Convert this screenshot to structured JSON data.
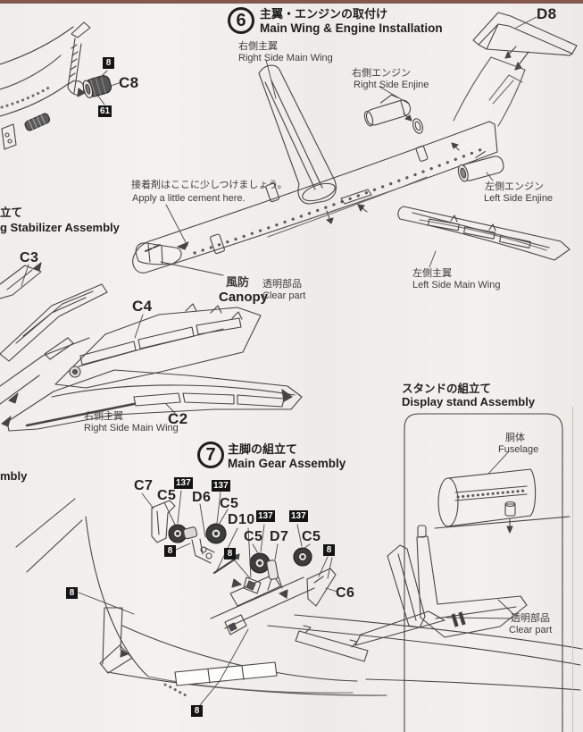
{
  "sheet": {
    "bg": "#f1f0ed",
    "line_color": "#454545",
    "edge_strip_color": "#85584f"
  },
  "step6": {
    "number": "6",
    "title_jp": "主翼・エンジンの取付け",
    "title_en": "Main Wing & Engine Installation"
  },
  "step7": {
    "number": "7",
    "title_jp": "主脚の組立て",
    "title_en": "Main Gear Assembly"
  },
  "stand": {
    "title_jp": "スタンドの組立て",
    "title_en": "Display stand Assembly",
    "fuselage_jp": "胴体",
    "fuselage_en": "Fuselage",
    "clear_jp": "透明部品",
    "clear_en": "Clear part"
  },
  "cut_text": {
    "stabilizer_jp": "立て",
    "stabilizer_en": "g Stabilizer Assembly",
    "assembly_en": "mbly"
  },
  "note": {
    "cement_jp": "接着剤はここに少しつけましょう。",
    "cement_en": "Apply a little cement here."
  },
  "callouts": {
    "right_wing_jp": "右側主翼",
    "right_wing_en": "Right Side Main Wing",
    "right_engine_jp": "右側エンジン",
    "right_engine_en": "Right Side Enjine",
    "left_engine_jp": "左側エンジン",
    "left_engine_en": "Left Side Enjine",
    "left_wing_jp": "左側主翼",
    "left_wing_en": "Left Side Main Wing",
    "canopy_jp": "風防",
    "canopy_en": "Canopy",
    "clear_jp": "透明部品",
    "clear_en": "Clear part"
  },
  "parts": {
    "c8": "C8",
    "d8": "D8",
    "c3": "C3",
    "c4": "C4",
    "c2": "C2",
    "c7": "C7",
    "c5": "C5",
    "d6": "D6",
    "d10": "D10",
    "d7": "D7",
    "c6": "C6"
  },
  "codes": {
    "n8": "8",
    "n61": "61",
    "n137": "137"
  }
}
